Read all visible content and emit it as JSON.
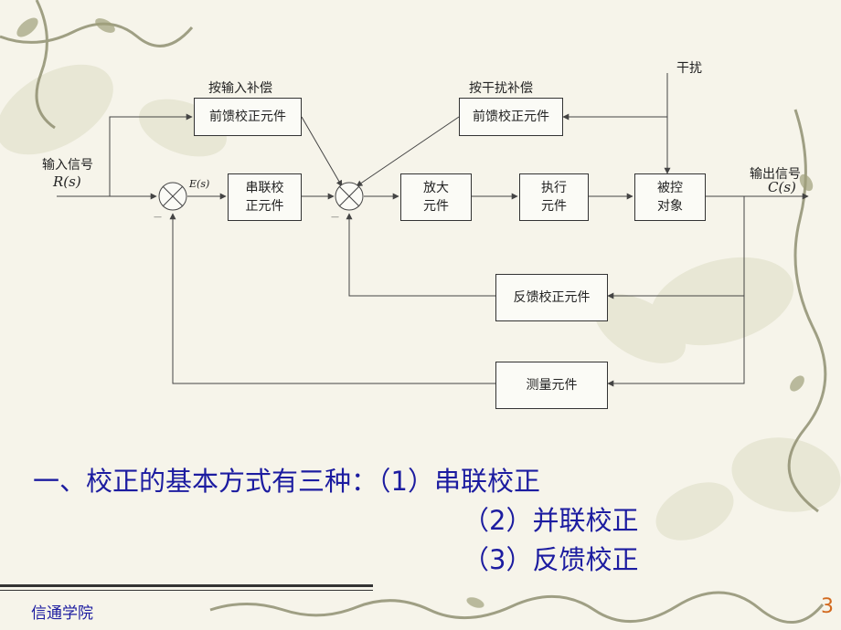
{
  "colors": {
    "text_blue": "#1c1ca0",
    "line": "#444444",
    "page_num": "#d2691e"
  },
  "diagram": {
    "input_label": "输入信号",
    "input_var": "R(s)",
    "output_label": "输出信号",
    "output_var": "C(s)",
    "error_var": "E(s)",
    "disturbance_label": "干扰",
    "input_comp_title": "按输入补偿",
    "dist_comp_title": "按干扰补偿",
    "blocks": {
      "feedforward_input": "前馈校正元件",
      "feedforward_dist": "前馈校正元件",
      "series": "串联校\n正元件",
      "amplifier": "放大\n元件",
      "actuator": "执行\n元件",
      "plant": "被控\n对象",
      "feedback": "反馈校正元件",
      "measure": "测量元件"
    },
    "minus_sign": "—"
  },
  "content": {
    "line1": "一、校正的基本方式有三种：（1）串联校正",
    "line2": "（2）并联校正",
    "line3": "（3）反馈校正"
  },
  "footer": {
    "school": "信通学院",
    "page": "3"
  }
}
